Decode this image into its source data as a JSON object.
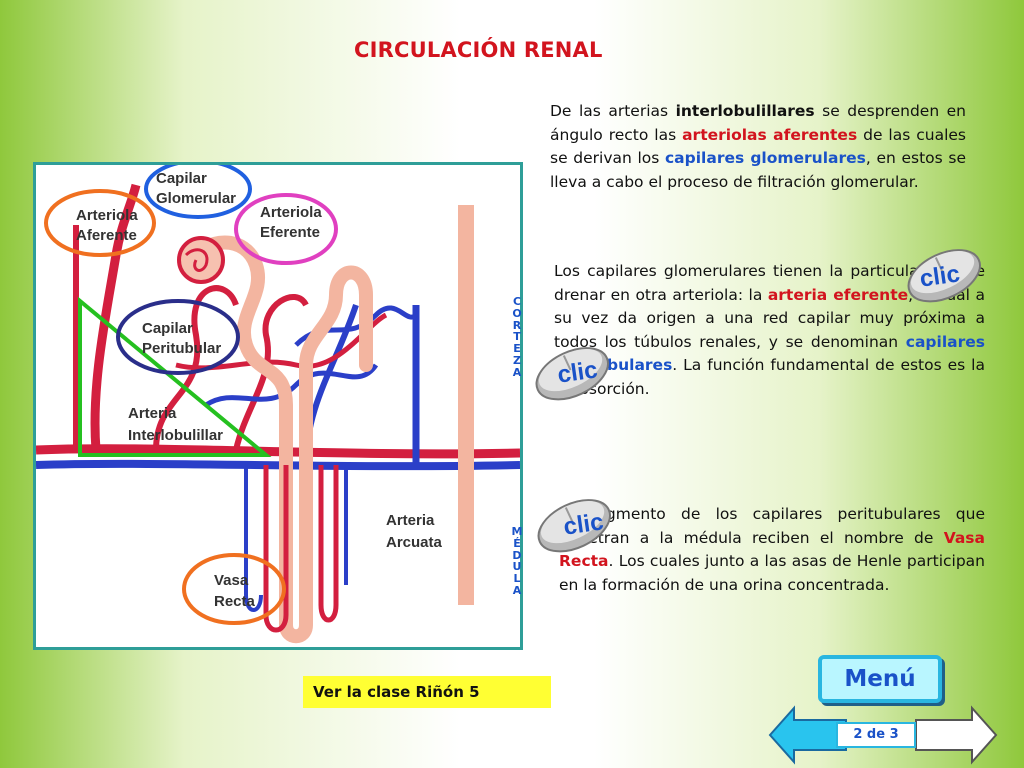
{
  "title": "CIRCULACIÓN RENAL",
  "paragraph1": {
    "t1": "De las arterias ",
    "t2": "interlobulillares",
    "t3": " se desprenden en ángulo recto las ",
    "t4": "arteriolas aferentes",
    "t5": " de las cuales se derivan los ",
    "t6": "capilares glomerulares",
    "t7": ", en estos se lleva a cabo el proceso de filtración glomerular."
  },
  "paragraph2": {
    "t1": "Los capilares glomerulares tienen la particularidad de drenar en otra arteriola: la ",
    "t2": "arteria eferente",
    "t3": ", la cual a su vez da origen a una red capilar muy próxima a todos los túbulos renales, y se denominan ",
    "t4": "capilares peritubulares",
    "t5": ". La función fundamental de estos es la reabsorción."
  },
  "paragraph3": {
    "t1": "El segmento de los capilares peritubulares que penetran a la médula reciben el nombre de ",
    "t2": "Vasa Recta",
    "t3": ". Los cuales junto a las asas de Henle participan en la formación de una orina concentrada."
  },
  "diagram": {
    "labels": {
      "capilar_glomerular_1": "Capilar",
      "capilar_glomerular_2": "Glomerular",
      "arteriola_aferente_1": "Arteriola",
      "arteriola_aferente_2": "Aferente",
      "arteriola_eferente_1": "Arteriola",
      "arteriola_eferente_2": "Eferente",
      "capilar_peritubular_1": "Capilar",
      "capilar_peritubular_2": "Peritubular",
      "arteria_interlobulillar_1": "Arteria",
      "arteria_interlobulillar_2": "Interlobulillar",
      "arteria_arcuata_1": "Arteria",
      "arteria_arcuata_2": "Arcuata",
      "vasa_recta_1": "Vasa",
      "vasa_recta_2": "Recta"
    }
  },
  "vertical_labels": {
    "corteza": [
      "C",
      "O",
      "R",
      "T",
      "E",
      "Z",
      "A"
    ],
    "medula": [
      "M",
      "É",
      "D",
      "U",
      "L",
      "A"
    ]
  },
  "clic_label": "clic",
  "ver_clase": "Ver la clase Riñón 5",
  "menu_label": "Menú",
  "page_indicator": "2 de 3",
  "colors": {
    "title": "#d2141e",
    "highlight_red": "#d2141e",
    "highlight_blue": "#1a52c8",
    "background_green": "#8fc83c",
    "menu_border": "#29b6e0",
    "ver_clase_bg": "#ffff33"
  }
}
